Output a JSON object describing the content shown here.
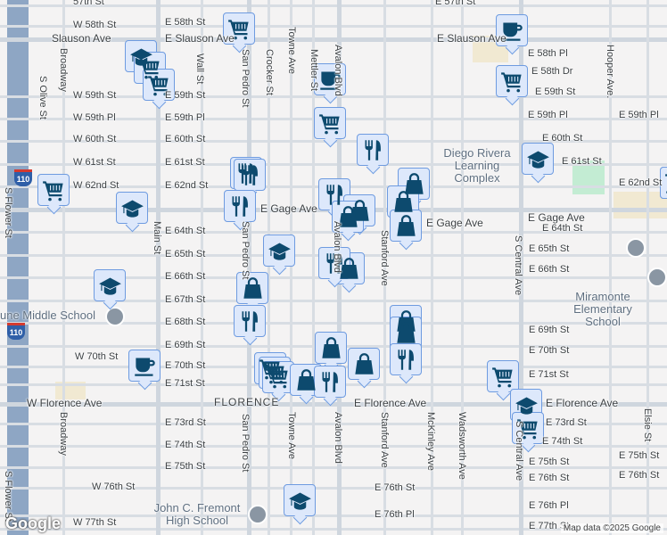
{
  "streets": [
    "57th St",
    "E 57th St",
    "W 58th St",
    "E 58th St",
    "Slauson Ave",
    "E Slauson Ave",
    "E Slauson Ave",
    "E 58th Pl",
    "E 58th Dr",
    "W 59th St",
    "E 59th St",
    "E 59th St",
    "W 59th Pl",
    "E 59th Pl",
    "E 59th Pl",
    "E 59th Pl",
    "W 60th St",
    "E 60th St",
    "E 60th St",
    "W 61st St",
    "E 61st St",
    "E 61st St",
    "W 62nd St",
    "E 62nd St",
    "E 62nd St",
    "E Gage Ave",
    "E Gage Ave",
    "E Gage Ave",
    "E 64th St",
    "E 64th St",
    "E 65th St",
    "E 65th St",
    "E 66th St",
    "E 66th St",
    "E 67th St",
    "E 68th St",
    "E 69th St",
    "E 69th St",
    "W 70th St",
    "E 70th St",
    "E 70th St",
    "E 71st St",
    "E 71st St",
    "W Florence Ave",
    "E Florence Ave",
    "E Florence Ave",
    "E 73rd St",
    "E 73rd St",
    "E 74th St",
    "E 74th St",
    "E 75th St",
    "E 75th St",
    "E 75th St",
    "W 76th St",
    "E 76th St",
    "E 76th St",
    "E 76th St",
    "E 76th Pl",
    "E 76th Pl",
    "W 77th St",
    "E 77th St",
    "S Olive St",
    "Broadway",
    "Broadway",
    "Wall St",
    "San Pedro St",
    "San Pedro St",
    "San Pedro St",
    "Crocker St",
    "Towne Ave",
    "Towne Ave",
    "Mettler St",
    "Avalon Blvd",
    "Avalon Blvd",
    "Avalon Blvd",
    "Stanford Ave",
    "Stanford Ave",
    "McKinley Ave",
    "Wadsworth Ave",
    "S Central Ave",
    "S Central Ave",
    "Hooper Ave.",
    "Elsie St",
    "Main St",
    "S Flower St",
    "S Flower St"
  ],
  "pois": {
    "diego": "Diego Rivera Learning Complex",
    "miramonte": "Miramonte Elementary School",
    "middle": "une Middle School",
    "fremont": "John C. Fremont High School",
    "florence": "FLORENCE"
  },
  "highway": "110",
  "markers": [
    "cart",
    "cart",
    "grad",
    "cart",
    "cart",
    "coffee",
    "cart",
    "coffee",
    "cart",
    "fork",
    "cart",
    "grad",
    "fork",
    "fork",
    "fork",
    "grad",
    "fork",
    "bag",
    "bag",
    "bag",
    "bag",
    "bag",
    "bag",
    "grad",
    "bag",
    "fork",
    "fork",
    "bag",
    "grad",
    "bag",
    "bag",
    "fork",
    "coffee",
    "cart",
    "cart",
    "cart",
    "bag",
    "fork",
    "bag",
    "cart",
    "grad",
    "cart",
    "grad",
    "coffee"
  ],
  "logo": "Google",
  "credit": "Map data ©2025 Google",
  "colors": {
    "marker_fill": "#dde8fb",
    "marker_border": "#6e9be0",
    "icon": "#0d4a6e"
  }
}
